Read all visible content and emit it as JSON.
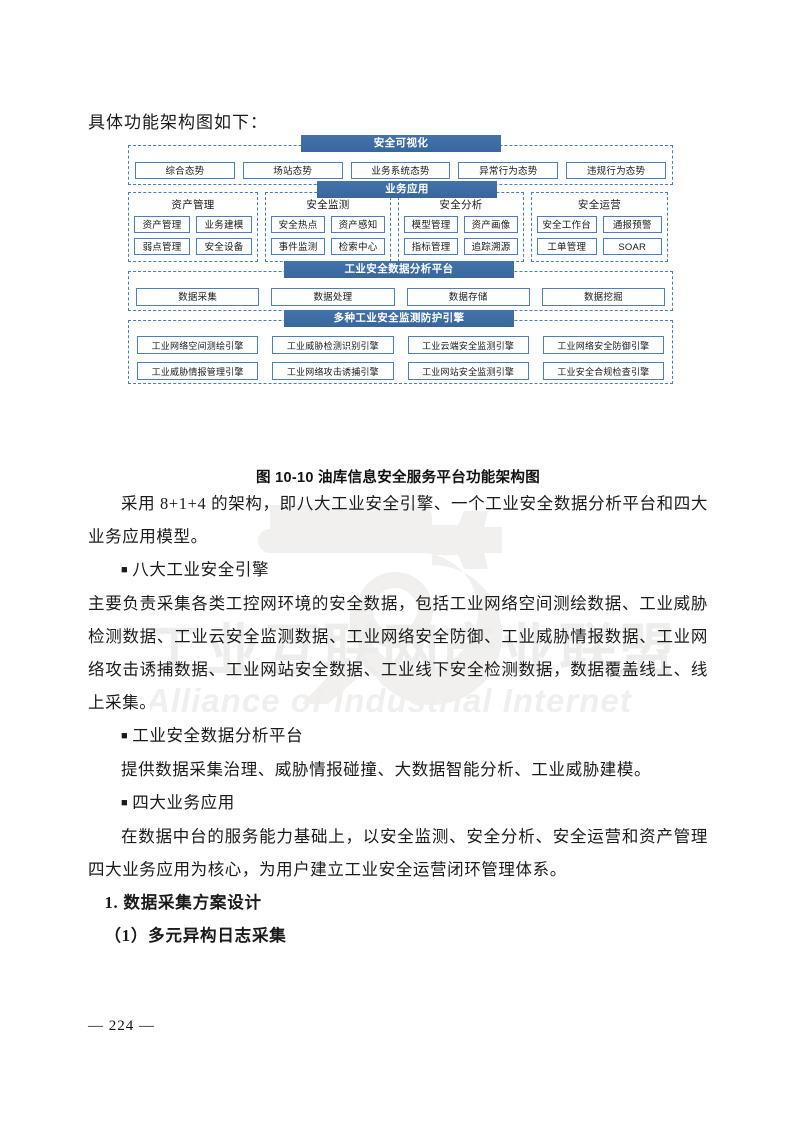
{
  "page": {
    "intro_text": "具体功能架构图如下：",
    "page_number": "— 224 —"
  },
  "watermark": {
    "cn": "工业互联网产业联盟",
    "en": "Alliance of Industrial Internet",
    "logo": "gear-logo",
    "color": "#ededec"
  },
  "diagram": {
    "caption": "图 10-10 油库信息安全服务平台功能架构图",
    "accent_color": "#3d6ea5",
    "dashed_border_color": "#4a7ebb",
    "cell_border_color": "#4f7cbf",
    "layers": [
      {
        "id": "visualization",
        "title": "安全可视化",
        "cells": [
          "综合态势",
          "场站态势",
          "业务系统态势",
          "异常行为态势",
          "违规行为态势"
        ]
      },
      {
        "id": "business-application",
        "title": "业务应用",
        "groups": [
          {
            "id": "asset-management",
            "title": "资产管理",
            "cells": [
              "资产管理",
              "业务建模",
              "弱点管理",
              "安全设备"
            ]
          },
          {
            "id": "security-monitoring",
            "title": "安全监测",
            "cells": [
              "安全热点",
              "资产感知",
              "事件监测",
              "检索中心"
            ]
          },
          {
            "id": "security-analysis",
            "title": "安全分析",
            "cells": [
              "模型管理",
              "资产画像",
              "指标管理",
              "追踪溯源"
            ]
          },
          {
            "id": "security-operations",
            "title": "安全运营",
            "cells": [
              "安全工作台",
              "通报预警",
              "工单管理",
              "SOAR"
            ]
          }
        ]
      },
      {
        "id": "data-platform",
        "title": "工业安全数据分析平台",
        "cells": [
          "数据采集",
          "数据处理",
          "数据存储",
          "数据挖掘"
        ]
      },
      {
        "id": "engines",
        "title": "多种工业安全监测防护引擎",
        "cells": [
          "工业网络空间测绘引擎",
          "工业威胁检测识别引擎",
          "工业云端安全监测引擎",
          "工业网络安全防御引擎",
          "工业威胁情报管理引擎",
          "工业网络攻击诱捕引擎",
          "工业网站安全监测引擎",
          "工业安全合规检查引擎"
        ]
      }
    ]
  },
  "body": {
    "p1": "采用 8+1+4 的架构，即八大工业安全引擎、一个工业安全数据分析平台和四大业务应用模型。",
    "b1": "八大工业安全引擎",
    "p2": "主要负责采集各类工控网环境的安全数据，包括工业网络空间测绘数据、工业威胁检测数据、工业云安全监测数据、工业网络安全防御、工业威胁情报数据、工业网络攻击诱捕数据、工业网站安全数据、工业线下安全检测数据，数据覆盖线上、线上采集。",
    "b2": "工业安全数据分析平台",
    "p3": "提供数据采集治理、威胁情报碰撞、大数据智能分析、工业威胁建模。",
    "b3": "四大业务应用",
    "p4": "在数据中台的服务能力基础上，以安全监测、安全分析、安全运营和资产管理四大业务应用为核心，为用户建立工业安全运营闭环管理体系。",
    "h1": "1. 数据采集方案设计",
    "h2": "（1）多元异构日志采集",
    "bullet_glyph": "■"
  }
}
